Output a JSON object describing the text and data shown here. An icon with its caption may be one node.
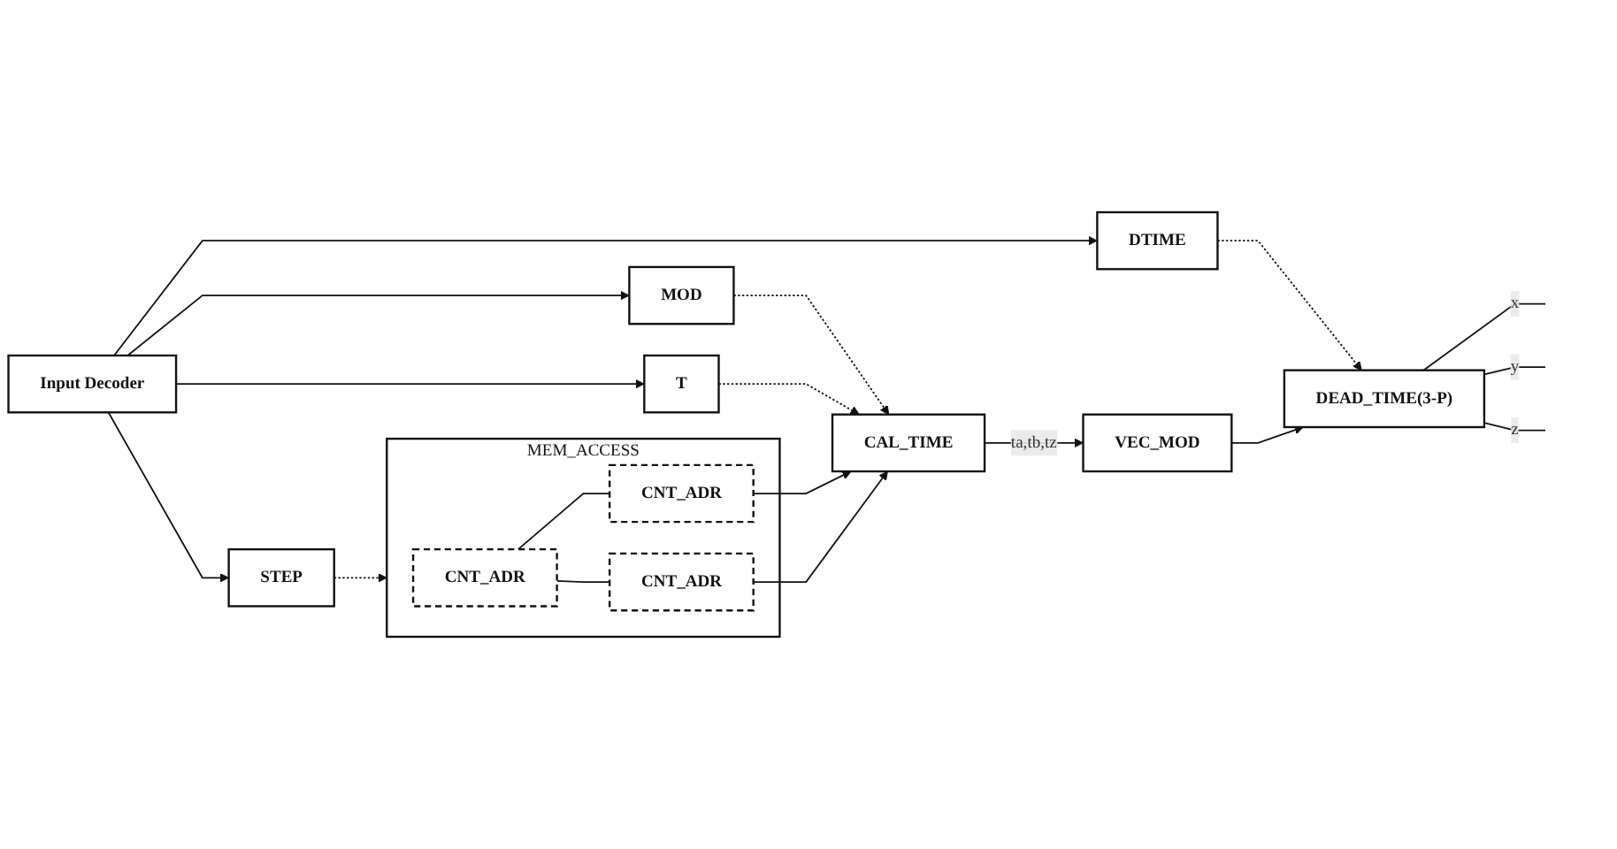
{
  "diagram": {
    "nodes": [
      {
        "text": [
          "Input Decoder"
        ]
      },
      {
        "text": [
          "DTIME"
        ]
      },
      {
        "text": [
          "MOD"
        ]
      },
      {
        "text": [
          "T"
        ]
      },
      {
        "text": [
          "STEP"
        ]
      },
      {
        "text": [
          "VEC_MOD"
        ]
      },
      {
        "text": [
          "MEM_ACCESS"
        ]
      },
      {
        "text": [
          "CNT_ADR"
        ],
        "in": 6
      },
      {
        "text": [
          "CNT_ADR"
        ],
        "in": 6
      },
      {
        "text": [
          "CNT_ADR"
        ],
        "in": 6
      },
      {
        "text": [
          "CAL_TIME"
        ]
      },
      {
        "text": [
          "DEAD_TIME(3-P)"
        ]
      }
    ],
    "edges": [
      {
        "from": 0,
        "to": 1,
        "arrow": "to"
      },
      {
        "from": 0,
        "to": 2,
        "arrow": "to"
      },
      {
        "from": 0,
        "to": 3,
        "arrow": "to"
      },
      {
        "from": 0,
        "to": 4,
        "arrow": "to"
      },
      {
        "from": 1,
        "to": 11,
        "arrow": "to",
        "style": "dashed"
      },
      {
        "from": 2,
        "to": 10,
        "arrow": "to",
        "style": "dashed"
      },
      {
        "from": 3,
        "to": 10,
        "arrow": "to",
        "style": "dashed"
      },
      {
        "from": 4,
        "to": 6,
        "arrow": "to",
        "style": "dashed"
      },
      {
        "from": 7,
        "to": 8,
        "arrow": "none"
      },
      {
        "from": 7,
        "to": 9,
        "arrow": "none"
      },
      {
        "from": 8,
        "to": 10,
        "arrow": "to"
      },
      {
        "from": 9,
        "to": 10,
        "arrow": "to"
      },
      {
        "from": 10,
        "to": 5,
        "arrow": "to",
        "label": "ta,tb,tz"
      },
      {
        "from": 5,
        "to": 11,
        "arrow": "to"
      },
      {
        "from": 11,
        "to": null,
        "arrow": "none",
        "label": "x"
      },
      {
        "from": 11,
        "to": null,
        "arrow": "none",
        "label": "y"
      },
      {
        "from": 11,
        "to": null,
        "arrow": "none",
        "label": "z"
      }
    ]
  }
}
